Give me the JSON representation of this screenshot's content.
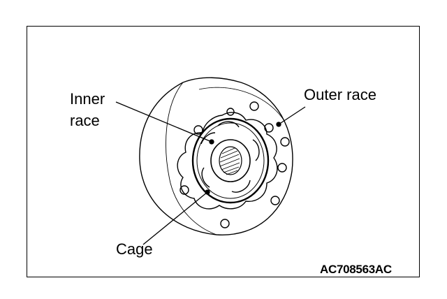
{
  "labels": {
    "inner_race_line1": "Inner",
    "inner_race_line2": "race",
    "outer_race": "Outer race",
    "cage": "Cage",
    "figure_code": "AC708563AC"
  }
}
